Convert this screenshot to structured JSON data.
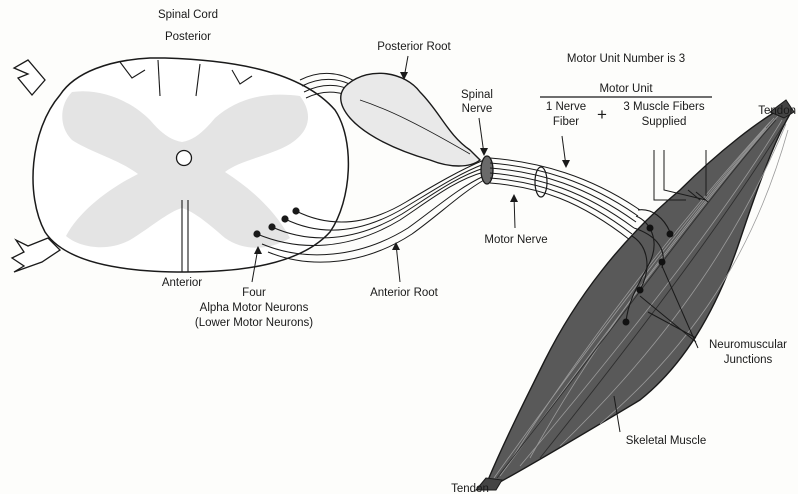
{
  "labels": {
    "spinal_cord": "Spinal Cord",
    "posterior": "Posterior",
    "anterior": "Anterior",
    "posterior_root": "Posterior Root",
    "spinal_nerve_1": "Spinal",
    "spinal_nerve_2": "Nerve",
    "motor_unit_number": "Motor Unit Number is 3",
    "motor_unit": "Motor Unit",
    "nerve_fiber_1": "1 Nerve",
    "nerve_fiber_2": "Fiber",
    "plus": "+",
    "muscle_fibers_1": "3 Muscle Fibers",
    "muscle_fibers_2": "Supplied",
    "tendon_top": "Tendon",
    "tendon_bottom": "Tendon",
    "motor_nerve": "Motor Nerve",
    "anterior_root": "Anterior Root",
    "four": "Four",
    "alpha_motor_neurons": "Alpha Motor Neurons",
    "lower_motor_neurons": "(Lower Motor Neurons)",
    "neuromuscular_1": "Neuromuscular",
    "neuromuscular_2": "Junctions",
    "skeletal_muscle": "Skeletal Muscle"
  },
  "colors": {
    "ink": "#1a1a1a",
    "gray_matter": "#e4e4e4",
    "muscle": "#5a5a5a",
    "muscle_dark": "#2e2e2e",
    "paper": "#fdfdfb"
  }
}
